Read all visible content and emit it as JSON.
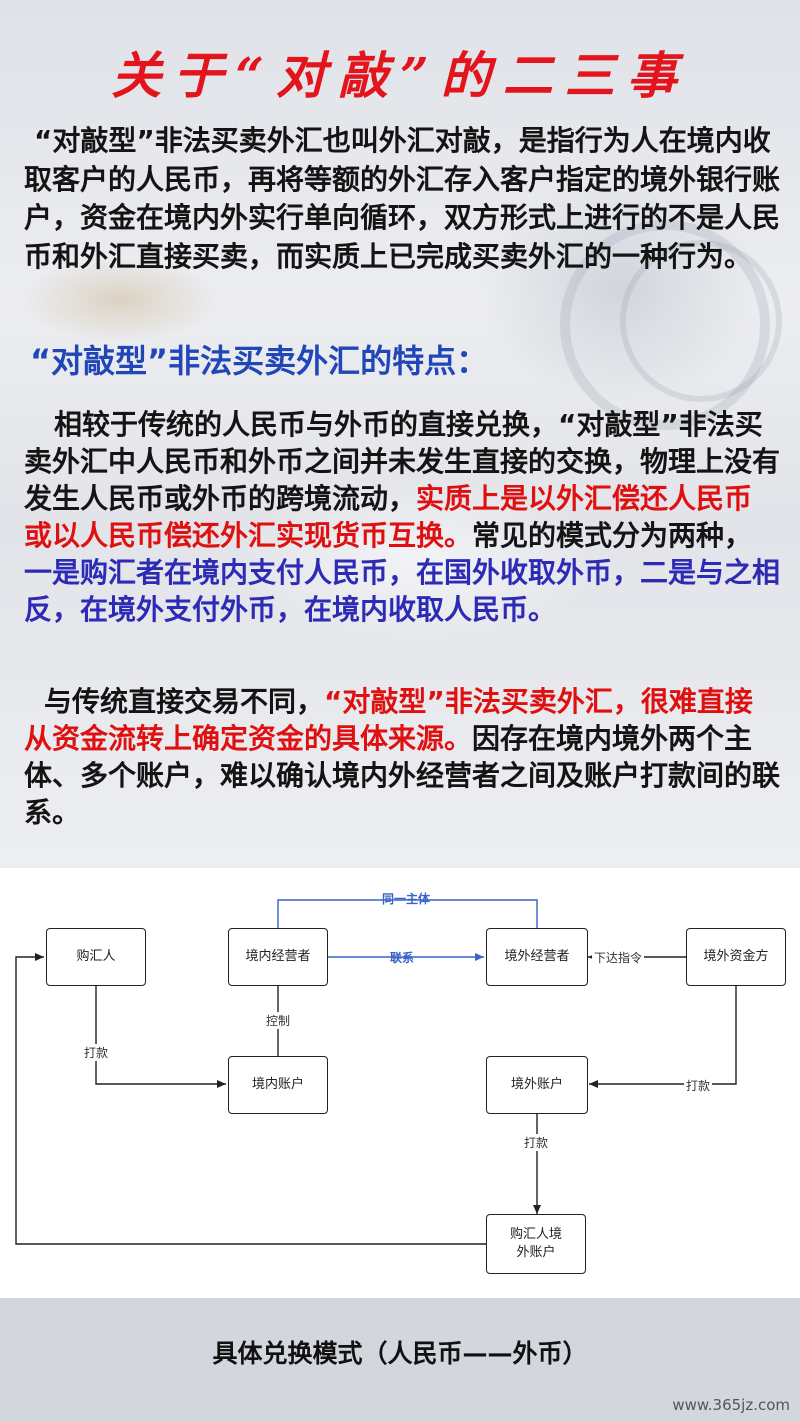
{
  "title": "关于“对敲”的二三事",
  "intro": "“对敲型”非法买卖外汇也叫外汇对敲，是指行为人在境内收取客户的人民币，再将等额的外汇存入客户指定的境外银行账户，资金在境内外实行单向循环，双方形式上进行的不是人民币和外汇直接买卖，而实质上已完成买卖外汇的一种行为。",
  "features_heading": "“对敲型”非法买卖外汇的特点：",
  "para2": {
    "part1": "相较于传统的人民币与外币的直接兑换，“对敲型”非法买卖外汇中人民币和外币之间并未发生直接的交换，物理上没有发生人民币或外币的跨境流动，",
    "part2_red": "实质上是以外汇偿还人民币或以人民币偿还外汇实现货币互换。",
    "part3": "常见的模式分为两种，",
    "part4_blue": "一是购汇者在境内支付人民币，在国外收取外币，二是与之相反，在境外支付外币，在境内收取人民币。"
  },
  "para3": {
    "part1": "与传统直接交易不同，",
    "part2_red": "“对敲型”非法买卖外汇，很难直接从资金流转上确定资金的具体来源。",
    "part3": "因存在境内境外两个主体、多个账户，难以确认境内外经营者之间及账户打款间的联系。"
  },
  "diagram": {
    "nodes": {
      "buyer": "购汇人",
      "domestic_operator": "境内经营者",
      "foreign_operator": "境外经营者",
      "foreign_funder": "境外资金方",
      "domestic_account": "境内账户",
      "foreign_account": "境外账户",
      "buyer_foreign_account": "购汇人境外账户"
    },
    "edges": {
      "same_entity": "同一主体",
      "contact": "联系",
      "instruct": "下达指令",
      "control": "控制",
      "pay_left": "打款",
      "pay_right": "打款",
      "pay_down": "打款"
    }
  },
  "footer_title": "具体兑换模式（人民币——外币）",
  "watermark": "www.365jz.com",
  "colors": {
    "title_red": "#e3141b",
    "heading_blue": "#2146b8",
    "text_red": "#e01010",
    "text_blue": "#2d2bb5",
    "link_blue": "#3a64c8"
  }
}
